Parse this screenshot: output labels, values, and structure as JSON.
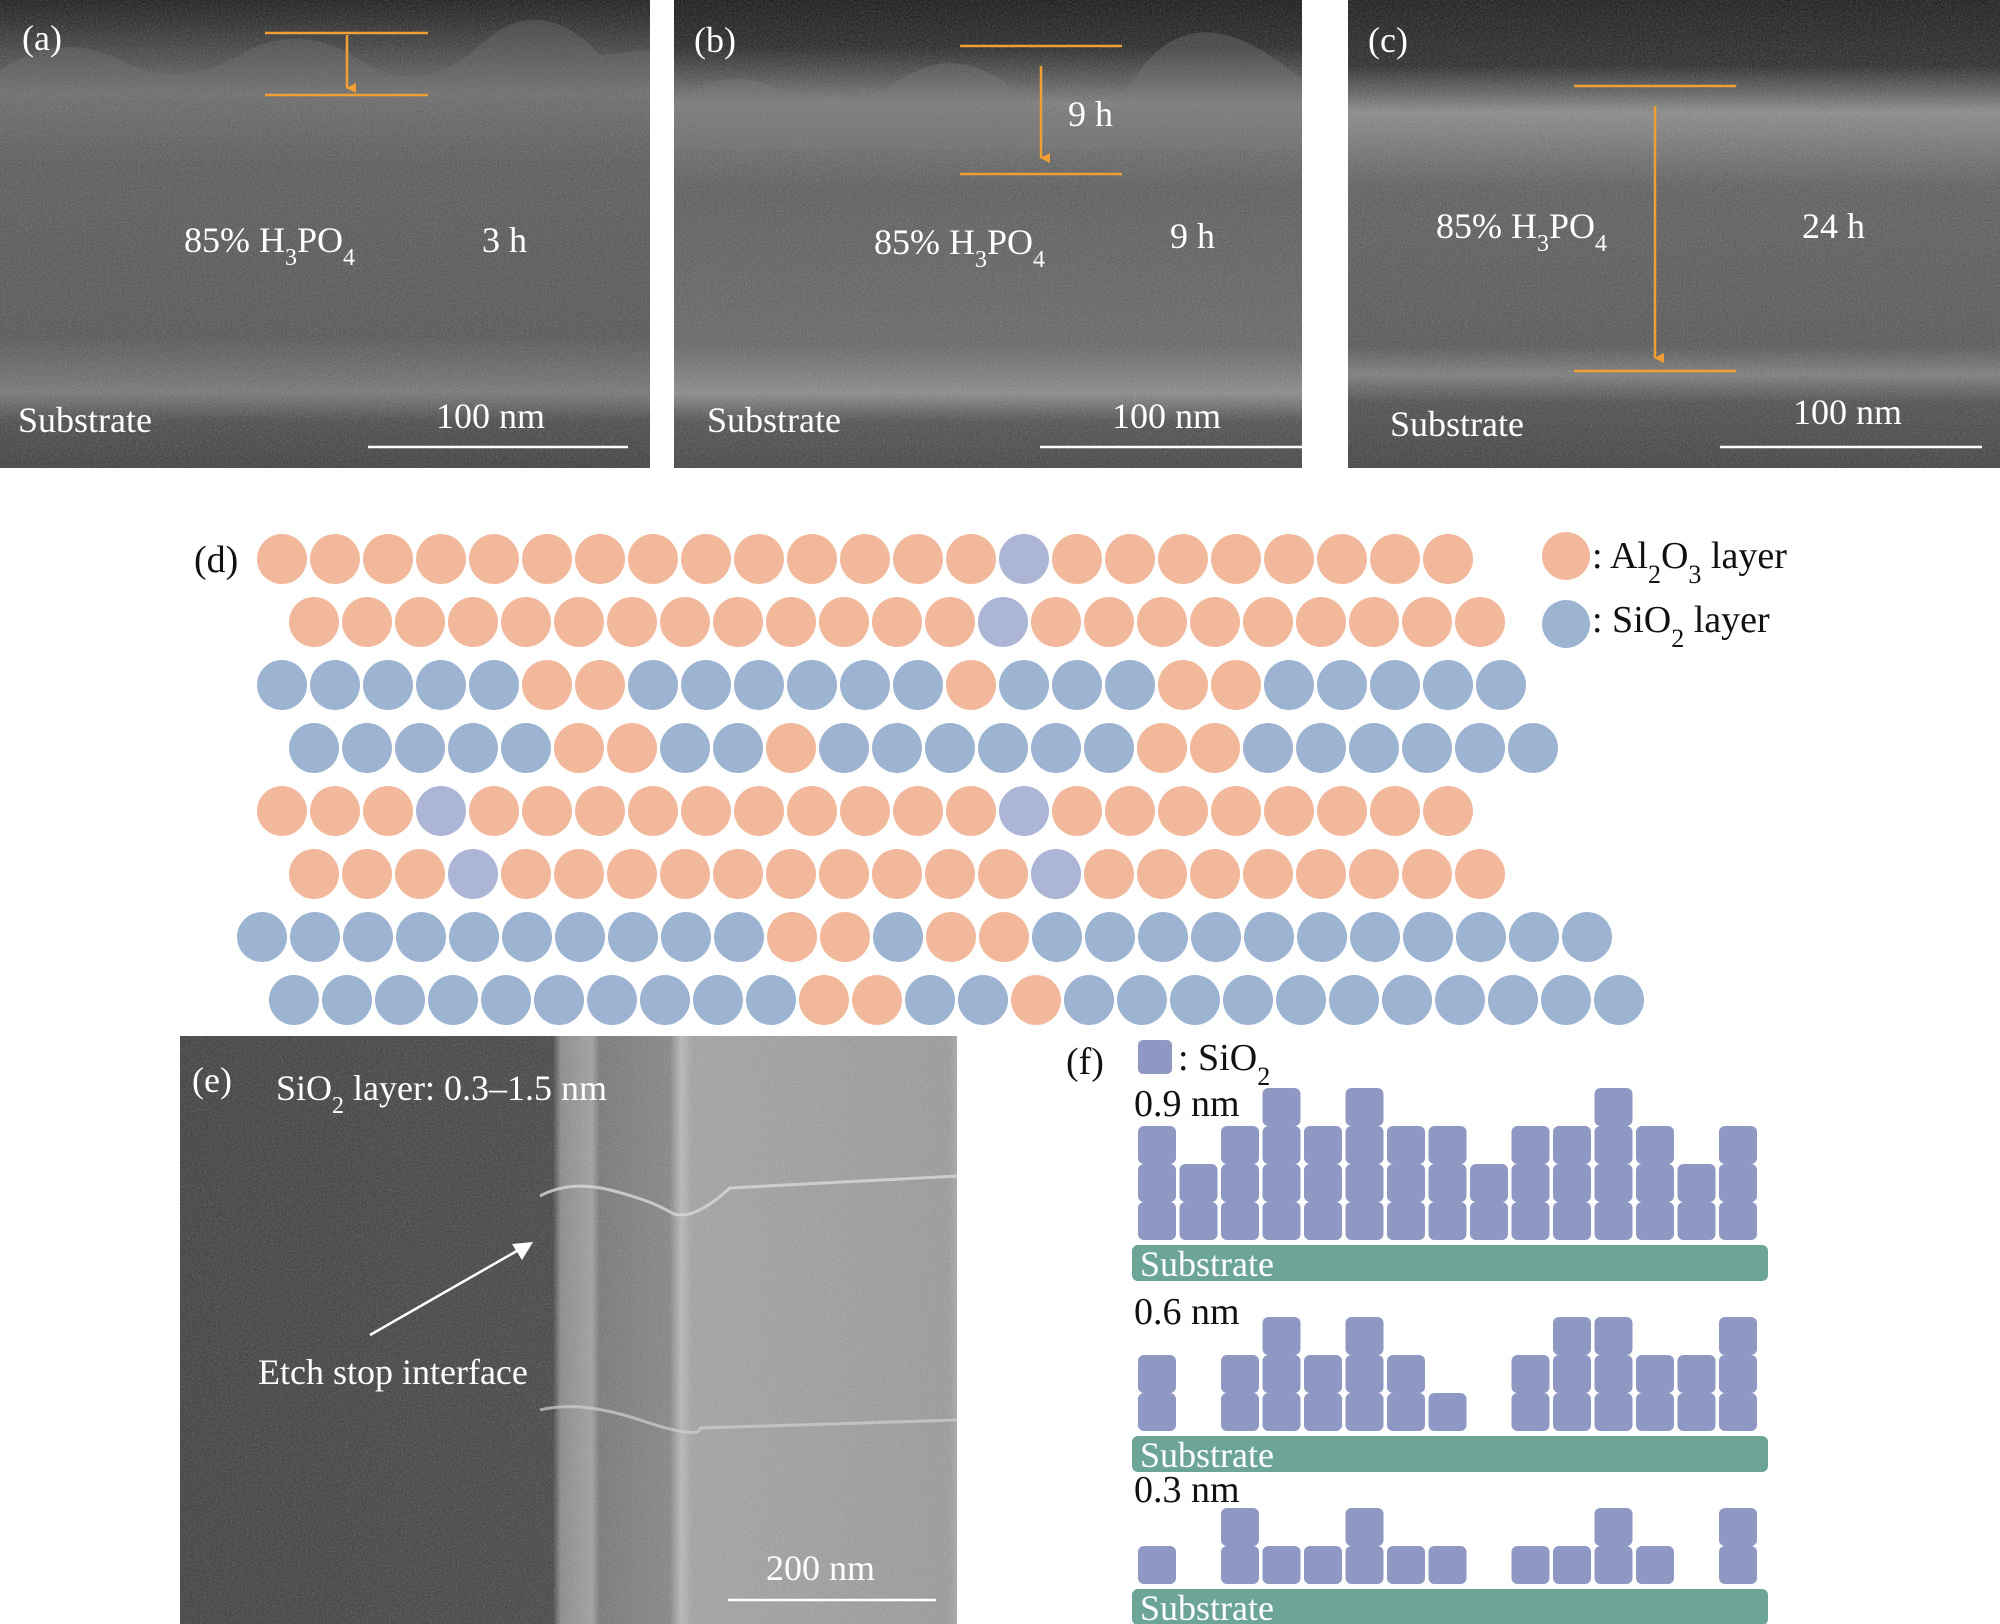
{
  "panels": {
    "a": {
      "letter": "(a)",
      "acid": "85% H",
      "h_sub": "3",
      "po": "PO",
      "po_sub": "4",
      "time": "3 h",
      "substrate": "Substrate",
      "scale": "100 nm"
    },
    "b": {
      "letter": "(b)",
      "acid": "85% H",
      "h_sub": "3",
      "po": "PO",
      "po_sub": "4",
      "time": "9 h",
      "thickness_time": "9 h",
      "substrate": "Substrate",
      "scale": "100 nm"
    },
    "c": {
      "letter": "(c)",
      "acid": "85% H",
      "h_sub": "3",
      "po": "PO",
      "po_sub": "4",
      "time": "24 h",
      "substrate": "Substrate",
      "scale": "100 nm"
    },
    "d": {
      "letter": "(d)",
      "legend": [
        {
          "prefix": ": Al",
          "sub1": "2",
          "mid": "O",
          "sub2": "3",
          "suffix": " layer",
          "color": "#f2b89b"
        },
        {
          "prefix": ": SiO",
          "sub1": "2",
          "mid": "",
          "sub2": "",
          "suffix": " layer",
          "color": "#9cb3d2"
        }
      ],
      "rows": [
        "AAAAAAAAAAAAAAILAAAAAAAA",
        "AAAAAAAAAAAAAILAAAAAAAAA",
        "SSSSSAASSSSSSASSSAASSSSS",
        "SSSSSAASSASSSSSSAASSSSSS",
        "AAAILAAAAAAAAAAILAAAAAAAA",
        "AAAILAAAAAAAAAAILAAAAAAAA",
        "SSSSSSSSSSAASAASSSSSSSSSSS",
        "SSSSSSSSSSAASSASSSSSSSSSSS"
      ]
    },
    "e": {
      "letter": "(e)",
      "title_a": "SiO",
      "title_sub": "2",
      "title_b": " layer: 0.3–1.5 nm",
      "annotation": "Etch stop interface",
      "scale": "200 nm"
    },
    "f": {
      "letter": "(f)",
      "legend_a": ": SiO",
      "legend_sub": "2",
      "stacks": [
        {
          "label": "0.9 nm",
          "heights": [
            3,
            2,
            3,
            4,
            3,
            4,
            3,
            3,
            2,
            3,
            3,
            4,
            3,
            2,
            3
          ]
        },
        {
          "label": "0.6 nm",
          "heights": [
            2,
            0,
            2,
            3,
            2,
            3,
            2,
            1,
            0,
            2,
            3,
            3,
            2,
            2,
            3
          ]
        },
        {
          "label": "0.3 nm",
          "heights": [
            1,
            0,
            2,
            1,
            1,
            2,
            1,
            1,
            0,
            1,
            1,
            2,
            1,
            0,
            2
          ]
        }
      ],
      "substrate": "Substrate"
    }
  },
  "colors": {
    "al2o3": "#f2b89b",
    "sio2": "#9cb3d2",
    "sio2_interface": "#adb5d6",
    "block": "#8f98c2",
    "substrate_bar": "#6ca598",
    "arrow": "#f0a030"
  }
}
